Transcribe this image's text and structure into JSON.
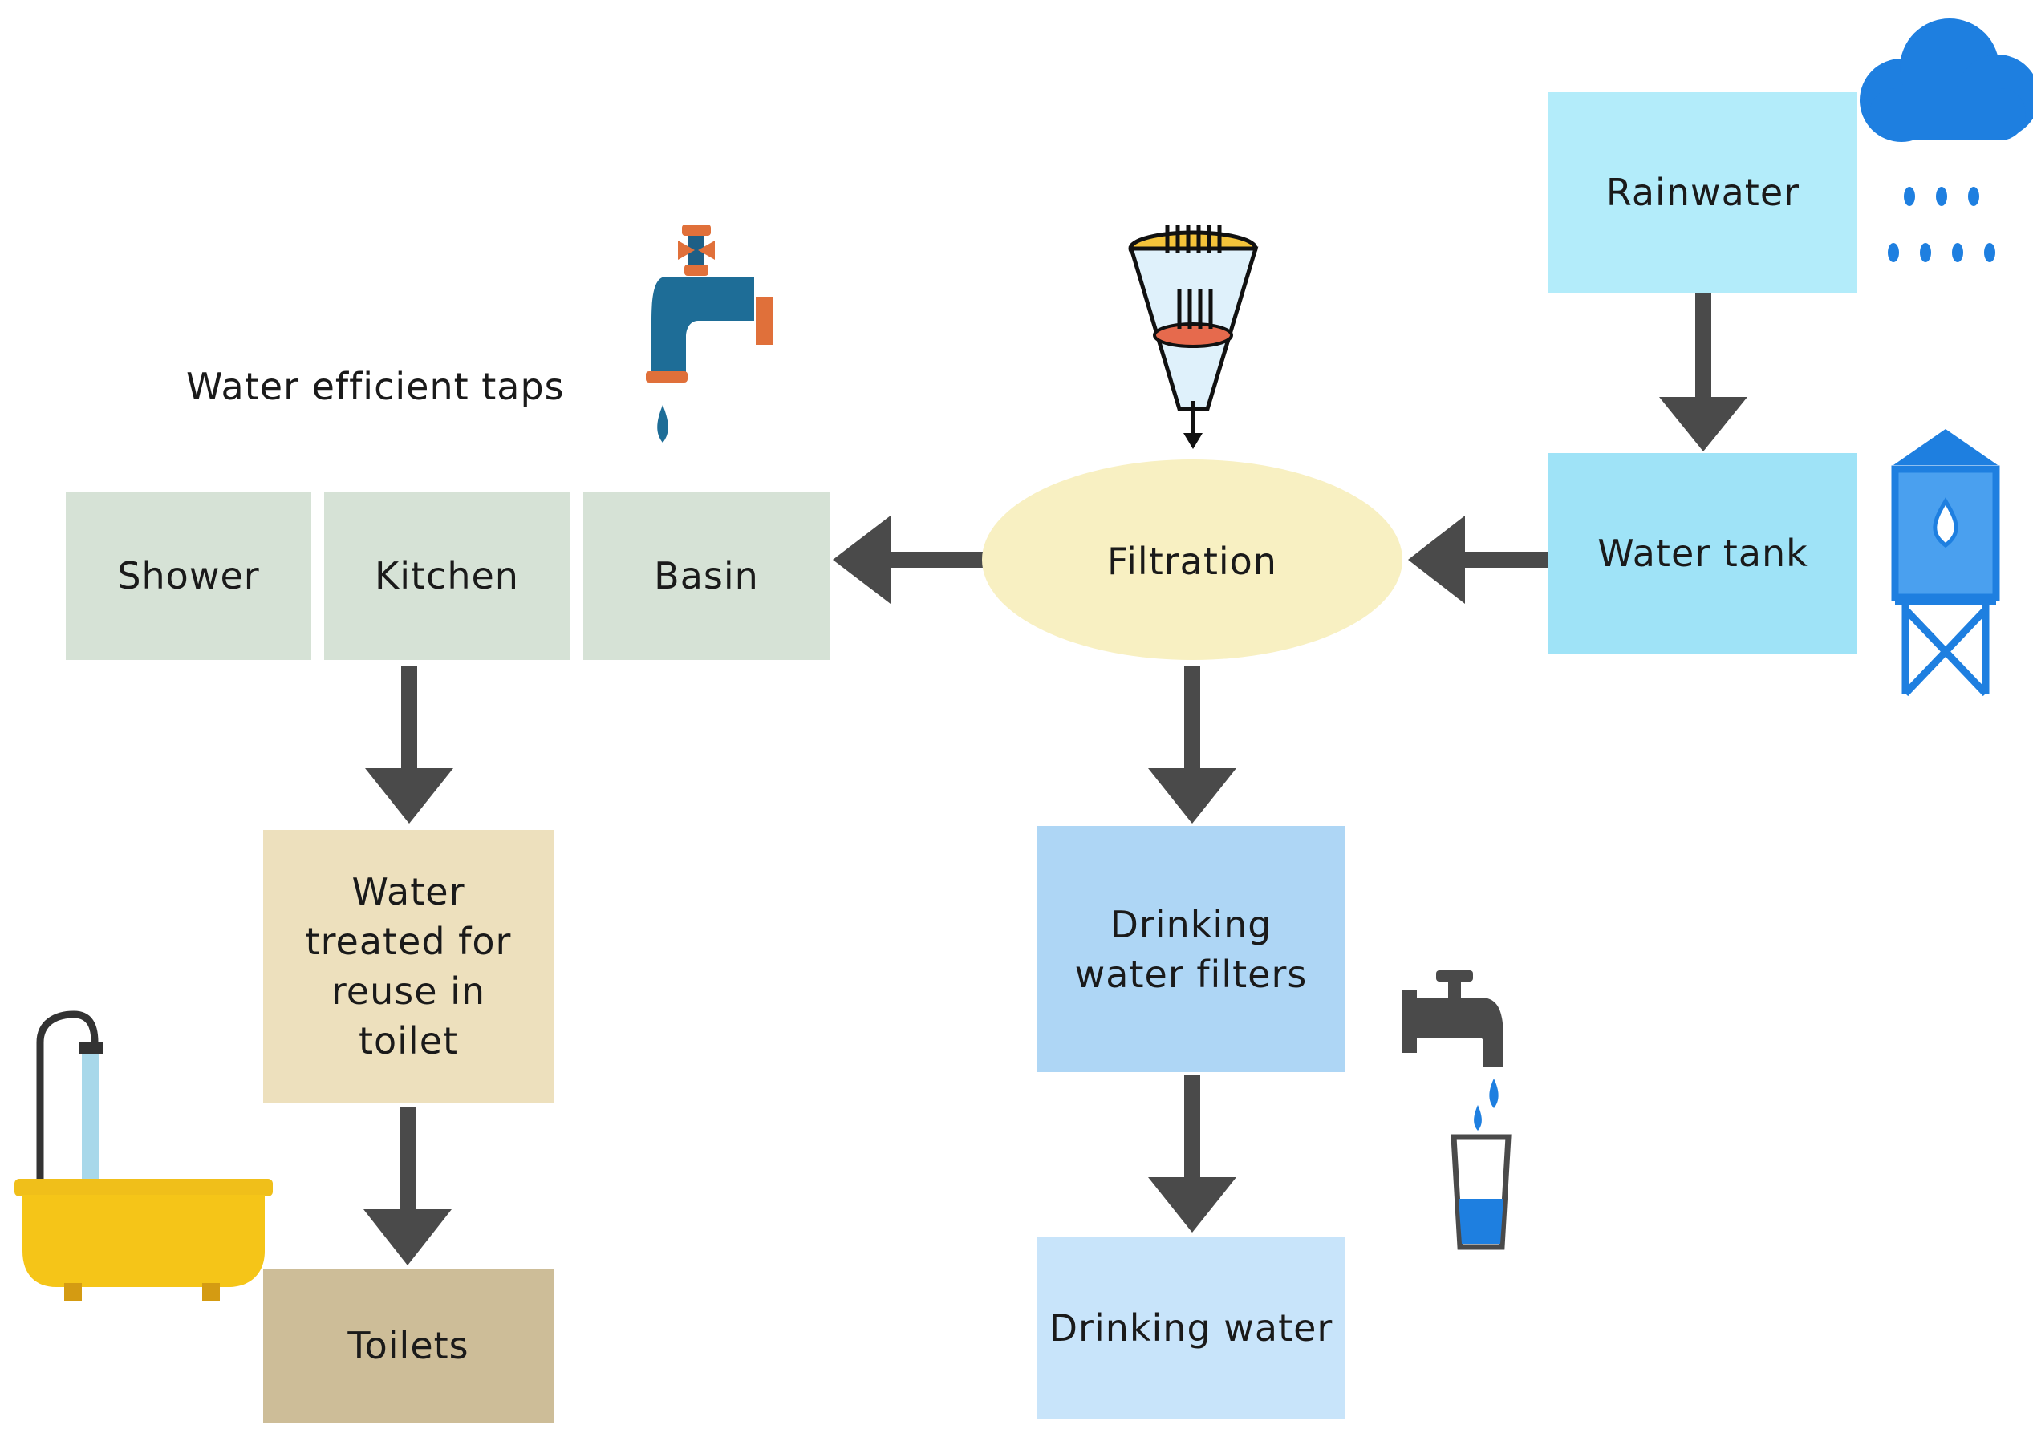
{
  "nodes": {
    "rainwater": "Rainwater",
    "water_tank": "Water tank",
    "filtration": "Filtration",
    "shower": "Shower",
    "kitchen": "Kitchen",
    "basin": "Basin",
    "water_treated": "Water treated for reuse in toilet",
    "toilets": "Toilets",
    "drinking_filters": "Drinking water filters",
    "drinking_water": "Drinking water"
  },
  "labels": {
    "taps": "Water efficient taps"
  },
  "colors": {
    "rainwater_box": "#b3ecfa",
    "water_tank_box": "#9fe3f7",
    "filtration_ellipse": "#f8f0c2",
    "usage_boxes": "#d6e2d6",
    "treated_box": "#ede0bd",
    "toilets_box": "#cdbd98",
    "filters_box": "#aed6f5",
    "drinking_box": "#c8e4fa",
    "arrow": "#4a4a4a",
    "icon_blue": "#1e7fe0"
  },
  "icons": [
    "cloud-rain-icon",
    "water-tower-icon",
    "filter-funnel-icon",
    "faucet-icon",
    "faucet-glass-icon",
    "bathtub-icon"
  ]
}
